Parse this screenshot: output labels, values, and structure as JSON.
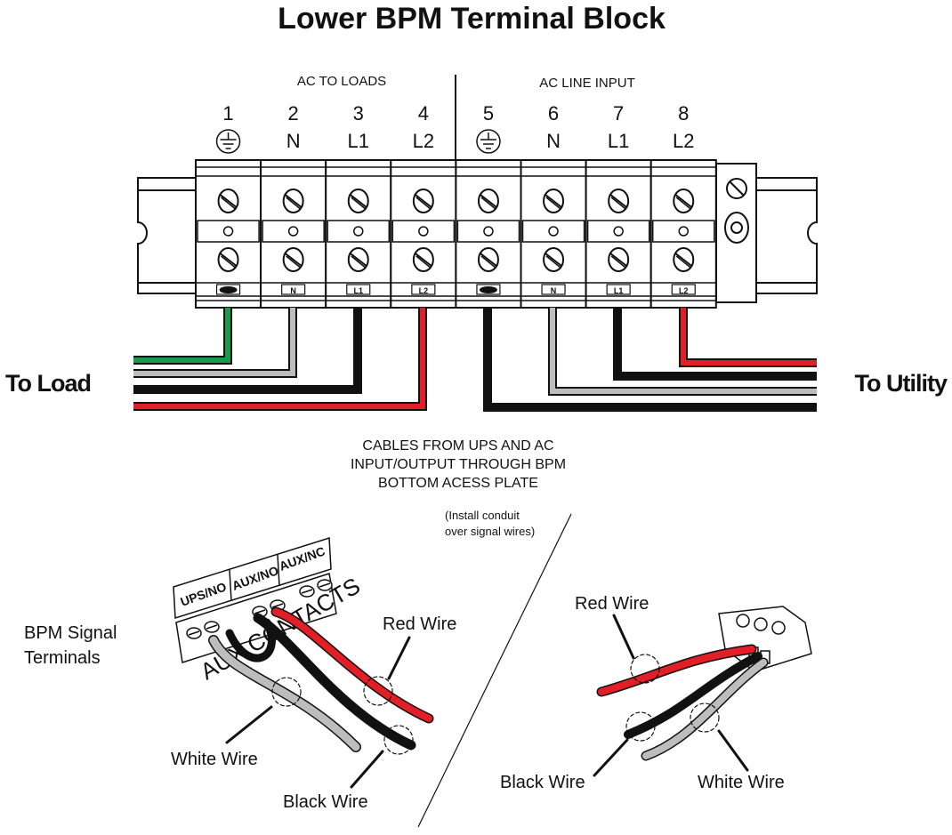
{
  "title": "Lower BPM Terminal Block",
  "groups": {
    "left": "AC TO LOADS",
    "right": "AC LINE INPUT"
  },
  "terminals": [
    {
      "num": "1",
      "label": "ground-icon",
      "tag": "ground"
    },
    {
      "num": "2",
      "label": "N",
      "tag": "N"
    },
    {
      "num": "3",
      "label": "L1",
      "tag": "L1"
    },
    {
      "num": "4",
      "label": "L2",
      "tag": "L2"
    },
    {
      "num": "5",
      "label": "ground-icon",
      "tag": "ground"
    },
    {
      "num": "6",
      "label": "N",
      "tag": "N"
    },
    {
      "num": "7",
      "label": "L1",
      "tag": "L1"
    },
    {
      "num": "8",
      "label": "L2",
      "tag": "L2"
    }
  ],
  "to_load": "To Load",
  "to_utility": "To Utility",
  "cables_caption": [
    "CABLES FROM UPS AND AC",
    "INPUT/OUTPUT THROUGH BPM",
    "BOTTOM ACESS PLATE"
  ],
  "conduit_note": [
    "(Install conduit",
    "over signal wires)"
  ],
  "signal_terminals": [
    "BPM Signal",
    "Terminals"
  ],
  "signal_labels": [
    "UPS/NO",
    "AUX/NO",
    "AUX/NC"
  ],
  "aux_contacts": "AUX CONTACTS",
  "wires_left": {
    "red": "Red Wire",
    "white": "White Wire",
    "black": "Black Wire"
  },
  "wires_right": {
    "red": "Red Wire",
    "white": "White Wire",
    "black": "Black Wire"
  },
  "colors": {
    "green": "#1a9a4a",
    "gray": "#bdbdbd",
    "black": "#111111",
    "red": "#e21e26"
  }
}
